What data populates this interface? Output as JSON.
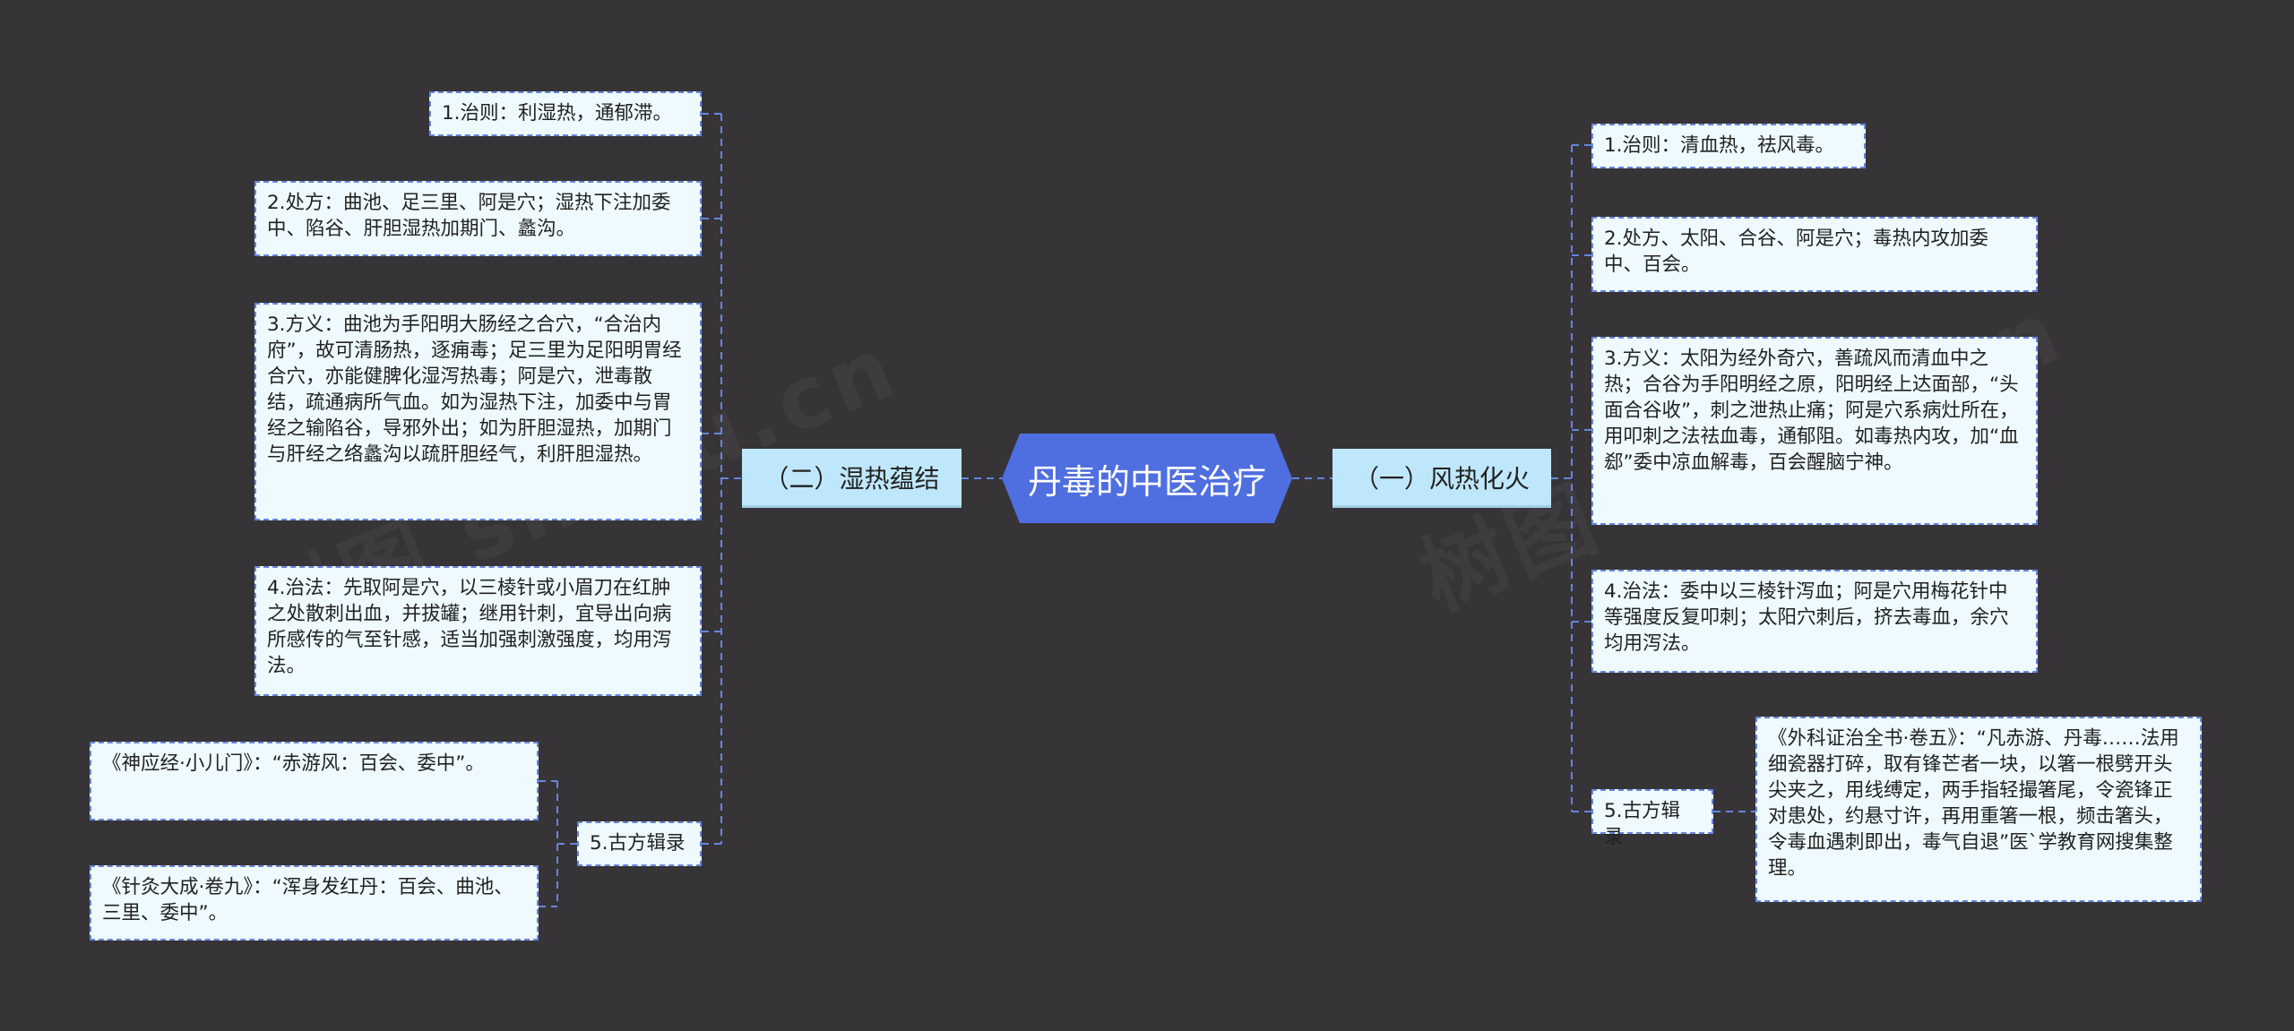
{
  "root": {
    "title": "丹毒的中医治疗"
  },
  "left_branch": {
    "label": "（二）湿热蕴结",
    "items": [
      {
        "text": "1.治则：利湿热，通郁滞。"
      },
      {
        "text": "2.处方：曲池、足三里、阿是穴；湿热下注加委中、陷谷、肝胆湿热加期门、蠡沟。"
      },
      {
        "text": "3.方义：曲池为手阳明大肠经之合穴，“合治内府”，故可清肠热，逐痈毒；足三里为足阳明胃经合穴，亦能健脾化湿泻热毒；阿是穴，泄毒散结，疏通病所气血。如为湿热下注，加委中与胃经之输陷谷，导邪外出；如为肝胆湿热，加期门与肝经之络蠡沟以疏肝胆经气，利肝胆湿热。"
      },
      {
        "text": "4.治法：先取阿是穴，以三棱针或小眉刀在红肿之处散刺出血，并拔罐；继用针刺，宜导出向病所感传的气至针感，适当加强刺激强度，均用泻法。"
      },
      {
        "text": "5.古方辑录"
      }
    ],
    "sub_items": [
      {
        "text": "《神应经·小儿门》：“赤游风：百会、委中”。"
      },
      {
        "text": "《针灸大成·卷九》：“浑身发红丹：百会、曲池、三里、委中”。"
      }
    ]
  },
  "right_branch": {
    "label": "（一）风热化火",
    "items": [
      {
        "text": "1.治则：清血热，祛风毒。"
      },
      {
        "text": "2.处方、太阳、合谷、阿是穴；毒热内攻加委中、百会。"
      },
      {
        "text": "3.方义：太阳为经外奇穴，善疏风而清血中之热；合谷为手阳明经之原，阳明经上达面部，“头面合谷收”，刺之泄热止痛；阿是穴系病灶所在，用叩刺之法祛血毒，通郁阻。如毒热内攻，加“血郄”委中凉血解毒，百会醒脑宁神。"
      },
      {
        "text": "4.治法：委中以三棱针泻血；阿是穴用梅花针中等强度反复叩刺；太阳穴刺后，挤去毒血，余穴均用泻法。"
      },
      {
        "text": "5.古方辑录"
      }
    ],
    "sub_items": [
      {
        "text": "《外科证治全书·卷五》：“凡赤游、丹毒……法用细瓷器打碎，取有锋芒者一块，以箸一根劈开头尖夹之，用线缚定，两手指轻撮箸尾，令瓷锋正对患处，约悬寸许，再用重箸一根，频击箸头，令毒血遇刺即出，毒气自退”医`学教育网搜集整理。"
      }
    ]
  },
  "colors": {
    "background": "#363437",
    "root": "#4f6ee0",
    "branch": "#bfe7fb",
    "leaf": "#eefafd",
    "connector": "#6685dc"
  }
}
